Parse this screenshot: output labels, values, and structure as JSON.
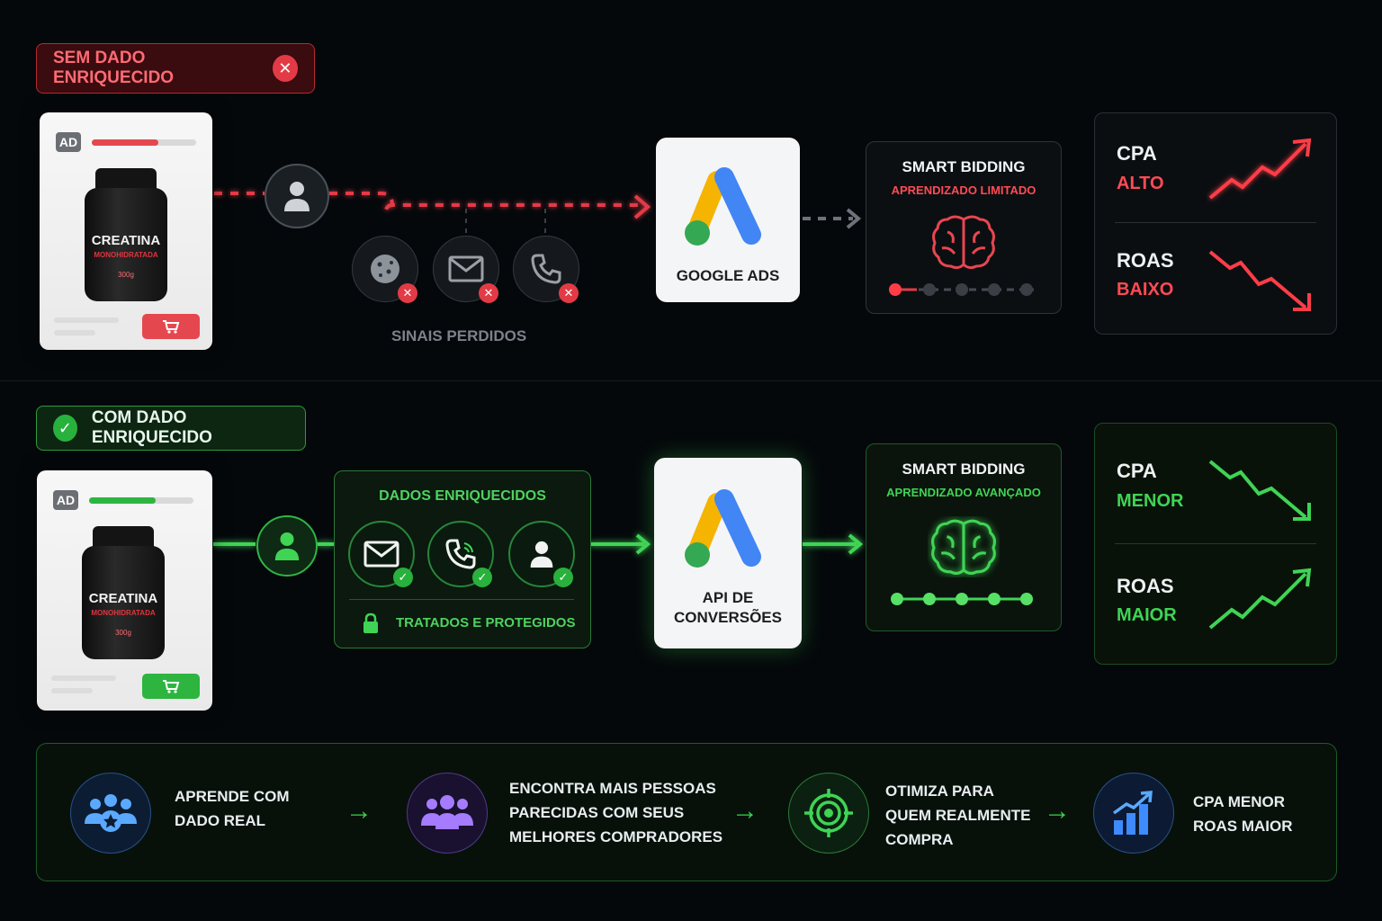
{
  "colors": {
    "background": "#05080b",
    "bad": "#e23b46",
    "good": "#39d14f",
    "panel_border": "#2e3338"
  },
  "top_flow": {
    "badge": {
      "label": "SEM DADO ENRIQUECIDO",
      "icon": "x-icon"
    },
    "ad_card": {
      "tag": "AD",
      "product": "CREATINA",
      "product_sub": "MONOHIDRATADA",
      "weight": "300g",
      "cart_icon": "cart-icon"
    },
    "signals": [
      {
        "icon": "cookie-icon",
        "status": "x-icon"
      },
      {
        "icon": "mail-icon",
        "status": "x-icon"
      },
      {
        "icon": "phone-icon",
        "status": "x-icon"
      }
    ],
    "signals_label": "SINAIS PERDIDOS",
    "platform": {
      "name": "GOOGLE ADS",
      "icon": "google-ads-logo"
    },
    "smart_bidding": {
      "title": "SMART BIDDING",
      "subtitle": "APRENDIZADO LIMITADO",
      "icon": "brain-icon"
    },
    "kpis": [
      {
        "name": "CPA",
        "value": "ALTO",
        "trend": "up"
      },
      {
        "name": "ROAS",
        "value": "BAIXO",
        "trend": "down"
      }
    ]
  },
  "bottom_flow": {
    "badge": {
      "label": "COM DADO ENRIQUECIDO",
      "icon": "check-icon"
    },
    "ad_card": {
      "tag": "AD",
      "product": "CREATINA",
      "product_sub": "MONOHIDRATADA",
      "weight": "300g",
      "cart_icon": "cart-icon"
    },
    "enriched": {
      "title": "DADOS ENRIQUECIDOS",
      "signals": [
        {
          "icon": "mail-icon",
          "status": "check-icon"
        },
        {
          "icon": "phone-icon",
          "status": "check-icon"
        },
        {
          "icon": "user-icon",
          "status": "check-icon"
        }
      ],
      "footer": "TRATADOS E PROTEGIDOS",
      "footer_icon": "lock-icon"
    },
    "platform": {
      "name_line1": "API DE",
      "name_line2": "CONVERSÕES",
      "icon": "google-ads-logo"
    },
    "smart_bidding": {
      "title": "SMART BIDDING",
      "subtitle": "APRENDIZADO AVANÇADO",
      "icon": "brain-icon"
    },
    "kpis": [
      {
        "name": "CPA",
        "value": "MENOR",
        "trend": "down"
      },
      {
        "name": "ROAS",
        "value": "MAIOR",
        "trend": "up"
      }
    ]
  },
  "steps": [
    {
      "icon": "audience-star-icon",
      "lines": [
        "APRENDE COM",
        "DADO REAL"
      ]
    },
    {
      "icon": "people-group-icon",
      "lines": [
        "ENCONTRA MAIS PESSOAS",
        "PARECIDAS COM SEUS",
        "MELHORES COMPRADORES"
      ]
    },
    {
      "icon": "target-icon",
      "lines": [
        "OTIMIZA PARA",
        "QUEM REALMENTE",
        "COMPRA"
      ]
    },
    {
      "icon": "bar-chart-up-icon",
      "lines": [
        "CPA MENOR",
        "ROAS MAIOR"
      ]
    }
  ]
}
